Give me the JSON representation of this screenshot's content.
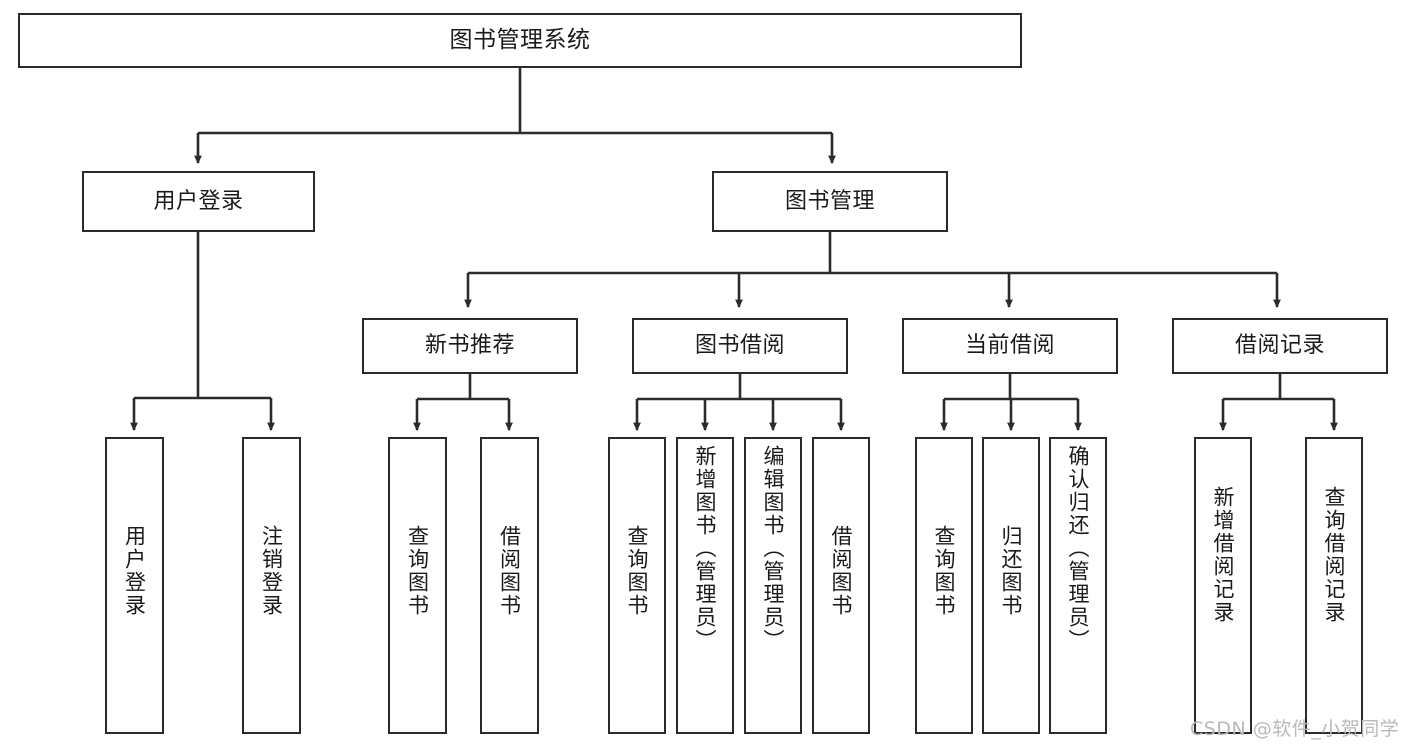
{
  "diagram": {
    "title": "图书管理系统",
    "watermark": "CSDN @软件_小贺同学",
    "style": {
      "stroke": "#2b2b2b",
      "fill": "#ffffff",
      "text": "#1a1a1a",
      "watermark_color": "#b9b9b9"
    },
    "levels": {
      "root": {
        "label": "图书管理系统"
      },
      "level2": [
        {
          "label": "用户登录"
        },
        {
          "label": "图书管理"
        }
      ],
      "level3": [
        {
          "label": "新书推荐"
        },
        {
          "label": "图书借阅"
        },
        {
          "label": "当前借阅"
        },
        {
          "label": "借阅记录"
        }
      ],
      "leaves": {
        "user_login": [
          {
            "label": "用户登录"
          },
          {
            "label": "注销登录"
          }
        ],
        "new_book_recommend": [
          {
            "label": "查询图书"
          },
          {
            "label": "借阅图书"
          }
        ],
        "book_borrow": [
          {
            "label": "查询图书"
          },
          {
            "label": "新增图书（管理员）"
          },
          {
            "label": "编辑图书（管理员）"
          },
          {
            "label": "借阅图书"
          }
        ],
        "current_borrow": [
          {
            "label": "查询图书"
          },
          {
            "label": "归还图书"
          },
          {
            "label": "确认归还（管理员）"
          }
        ],
        "borrow_record": [
          {
            "label": "新增借阅记录"
          },
          {
            "label": "查询借阅记录"
          }
        ]
      }
    }
  }
}
